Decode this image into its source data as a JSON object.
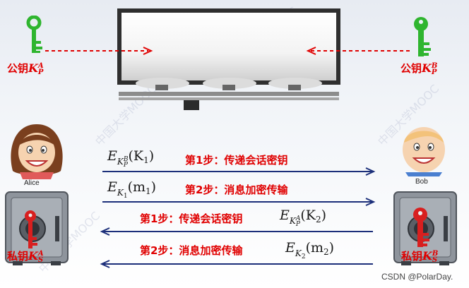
{
  "public_key_left": {
    "prefix": "公钥",
    "sym": "K",
    "sub": "P",
    "sup": "A"
  },
  "public_key_right": {
    "prefix": "公钥",
    "sym": "K",
    "sub": "P",
    "sup": "B"
  },
  "private_key_left": {
    "prefix": "私钥",
    "sym": "K",
    "sub": "S",
    "sup": "A"
  },
  "private_key_right": {
    "prefix": "私钥",
    "sym": "K",
    "sub": "S",
    "sup": "B"
  },
  "alice_name": "Alice",
  "bob_name": "Bob",
  "msg1": {
    "step": "第1步：传递会话密钥",
    "E": "E",
    "K": "K",
    "ksub": "P",
    "ksup": "B",
    "arg": "(K",
    "argsub": "1",
    "close": ")"
  },
  "msg2": {
    "step": "第2步：消息加密传输",
    "E": "E",
    "K": "K",
    "ksub": "1",
    "arg": "(m",
    "argsub": "1",
    "close": ")"
  },
  "msg3": {
    "step": "第1步：传递会话密钥",
    "E": "E",
    "K": "K",
    "ksub": "P",
    "ksup": "A",
    "arg": "(K",
    "argsub": "2",
    "close": ")"
  },
  "msg4": {
    "step": "第2步：消息加密传输",
    "E": "E",
    "K": "K",
    "ksub": "2",
    "arg": "(m",
    "argsub": "2",
    "close": ")"
  },
  "watermark": "CSDN @PolarDay.",
  "bg_watermark": "中国大学MOOC",
  "colors": {
    "red": "#e00000",
    "navy": "#1c2f7a",
    "green": "#2fb52f",
    "key_red": "#d81f1f"
  }
}
